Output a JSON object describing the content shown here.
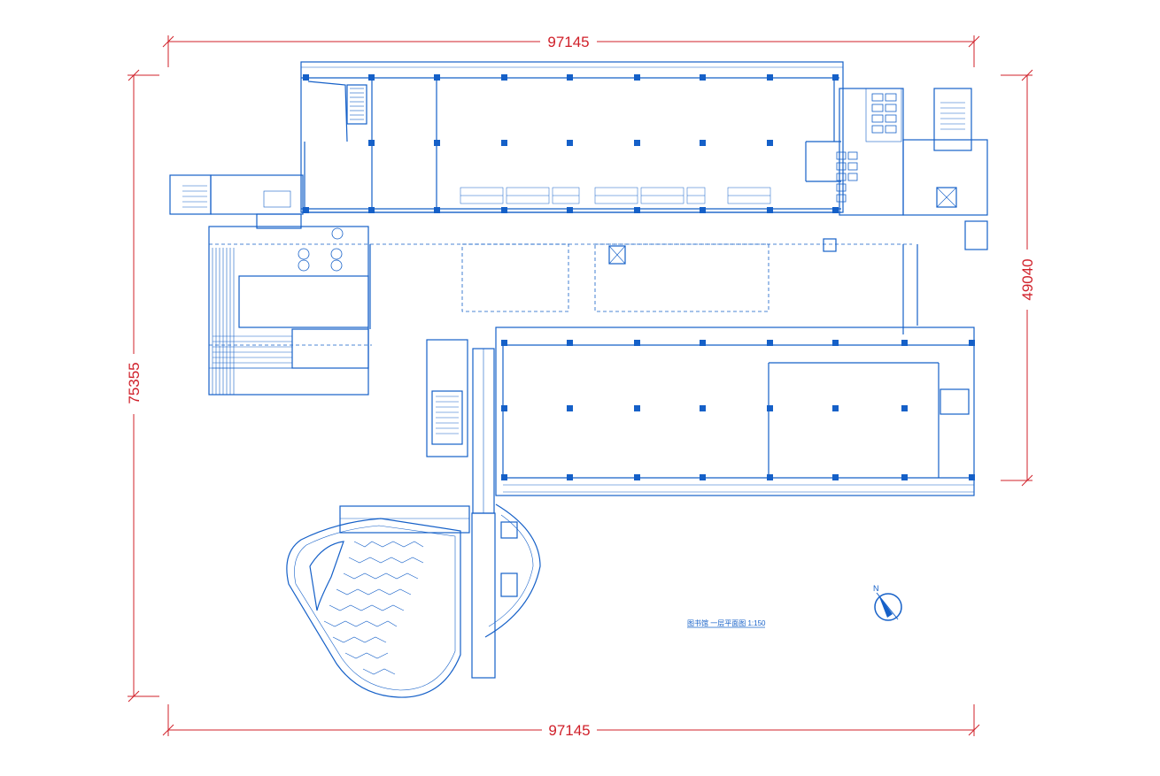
{
  "drawing": {
    "dimensions": {
      "top": "97145",
      "bottom": "97145",
      "left": "75355",
      "right": "49040"
    },
    "caption": "图书馆  一层平面图  1:150",
    "north_arrow_label": "N",
    "colors": {
      "dimension": "#d0202a",
      "plan": "#1560c8",
      "background": "#ffffff"
    }
  }
}
